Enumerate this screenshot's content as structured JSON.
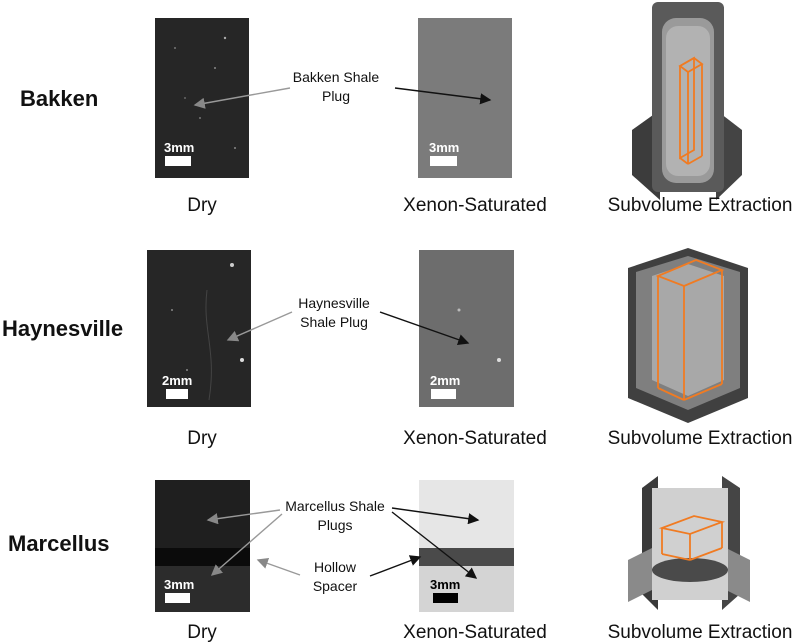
{
  "rows": [
    {
      "label": "Bakken",
      "callout": "Bakken Shale\nPlug",
      "dry_scale": "3mm",
      "xenon_scale": "3mm"
    },
    {
      "label": "Haynesville",
      "callout": "Haynesville\nShale Plug",
      "dry_scale": "2mm",
      "xenon_scale": "2mm"
    },
    {
      "label": "Marcellus",
      "callout": "Marcellus Shale\nPlugs",
      "callout2": "Hollow\nSpacer",
      "dry_scale": "3mm",
      "xenon_scale": "3mm"
    }
  ],
  "captions": {
    "dry": "Dry",
    "xenon": "Xenon-Saturated",
    "subvolume": "Subvolume Extraction"
  },
  "colors": {
    "extraction_box": "#f07b22",
    "annotation_line": "#555555"
  }
}
